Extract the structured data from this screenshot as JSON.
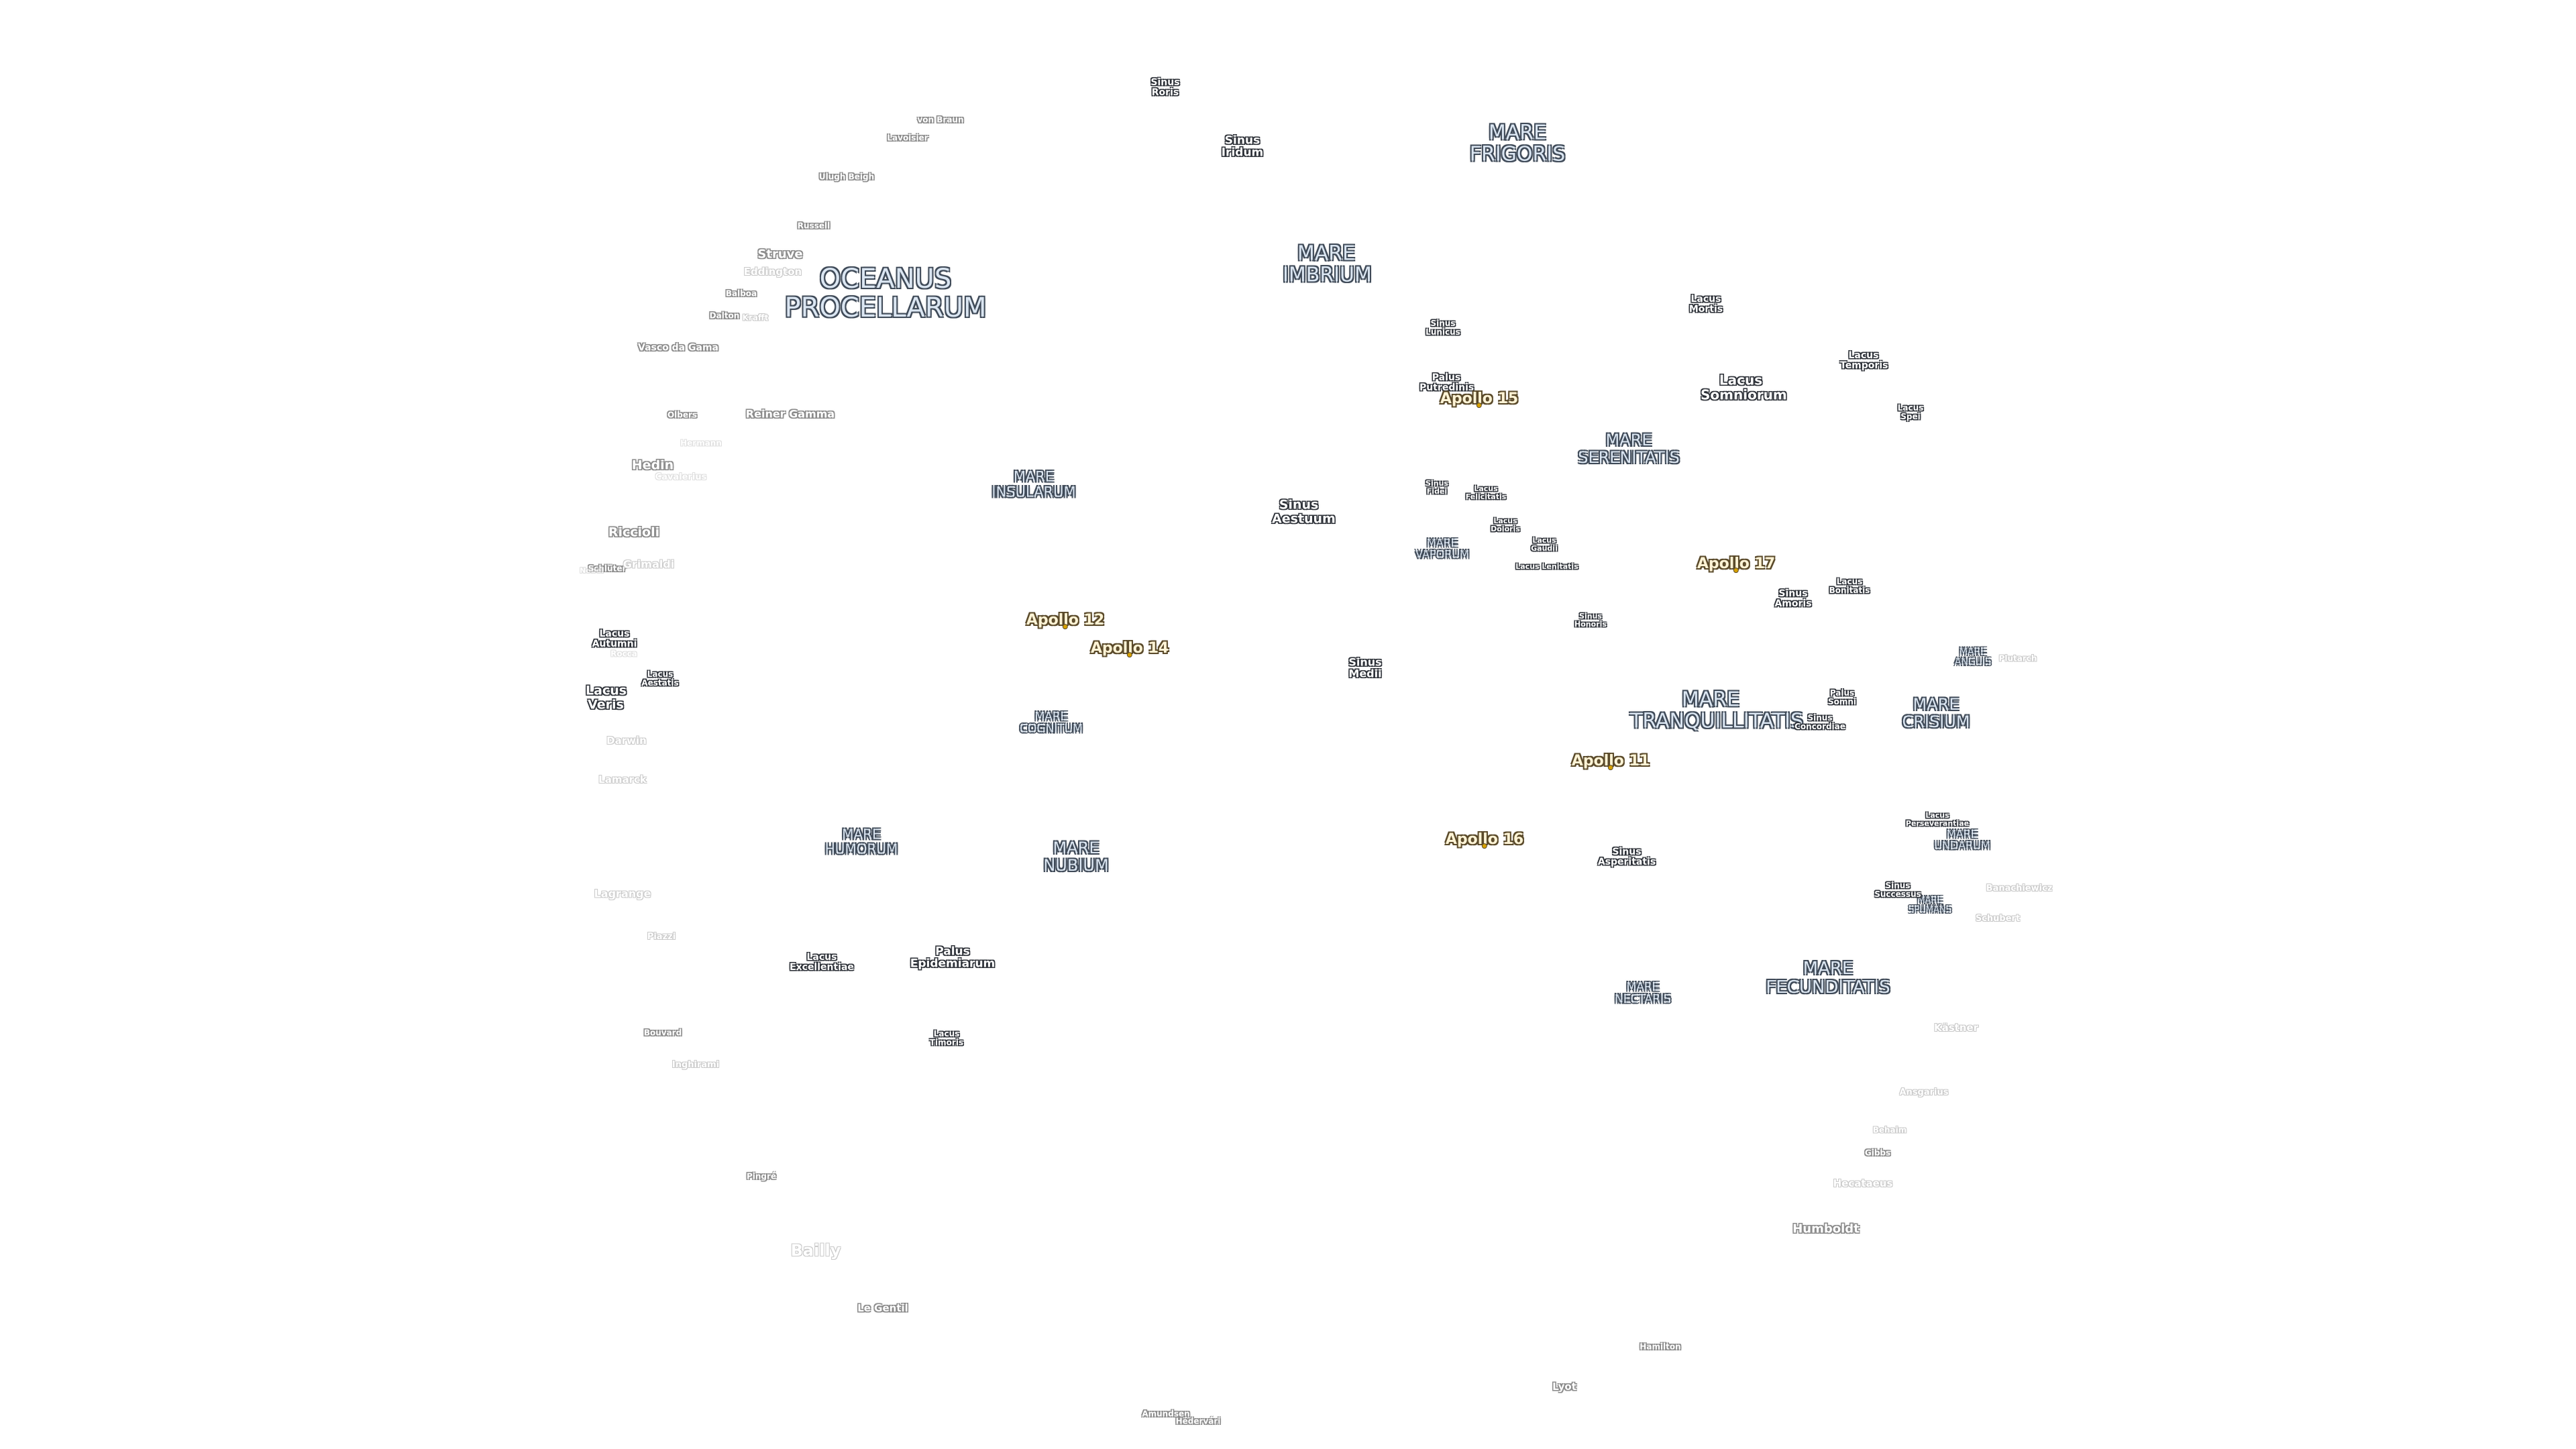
{
  "map": {
    "oceans": [
      {
        "name": "OCEANUS PROCELLARUM"
      }
    ],
    "maria": [
      {
        "name": "MARE FRIGORIS"
      },
      {
        "name": "MARE IMBRIUM"
      },
      {
        "name": "MARE SERENITATIS"
      },
      {
        "name": "MARE INSULARUM"
      },
      {
        "name": "MARE VAPORUM"
      },
      {
        "name": "MARE TRANQUILLITATIS"
      },
      {
        "name": "MARE CRISIUM"
      },
      {
        "name": "MARE ANGUIS"
      },
      {
        "name": "MARE COGNITUM"
      },
      {
        "name": "MARE HUMORUM"
      },
      {
        "name": "MARE NUBIUM"
      },
      {
        "name": "MARE UNDARUM"
      },
      {
        "name": "MARE SPUMANS"
      },
      {
        "name": "MARE NECTARIS"
      },
      {
        "name": "MARE FECUNDITATIS"
      }
    ],
    "features": [
      {
        "name": "Sinus Roris"
      },
      {
        "name": "Sinus Iridum"
      },
      {
        "name": "Sinus Lunicus"
      },
      {
        "name": "Palus Putredinis"
      },
      {
        "name": "Lacus Mortis"
      },
      {
        "name": "Lacus Somniorum"
      },
      {
        "name": "Lacus Temporis"
      },
      {
        "name": "Lacus Spei"
      },
      {
        "name": "Sinus Aestuum"
      },
      {
        "name": "Sinus Fidei"
      },
      {
        "name": "Lacus Felicitatis"
      },
      {
        "name": "Lacus Doloris"
      },
      {
        "name": "Lacus Gaudii"
      },
      {
        "name": "Lacus Lenitatis"
      },
      {
        "name": "Sinus Honoris"
      },
      {
        "name": "Sinus Amoris"
      },
      {
        "name": "Lacus Bonitatis"
      },
      {
        "name": "Sinus Medii"
      },
      {
        "name": "Palus Somni"
      },
      {
        "name": "Sinus Concordiae"
      },
      {
        "name": "Lacus Perseverantiae"
      },
      {
        "name": "Sinus Asperitatis"
      },
      {
        "name": "Sinus Successus"
      },
      {
        "name": "Lacus Autumni"
      },
      {
        "name": "Lacus Aestatis"
      },
      {
        "name": "Lacus Veris"
      },
      {
        "name": "Lacus Excellentiae"
      },
      {
        "name": "Palus Epidemiarum"
      },
      {
        "name": "Lacus Timoris"
      }
    ],
    "apollo_sites": [
      {
        "name": "Apollo 15"
      },
      {
        "name": "Apollo 17"
      },
      {
        "name": "Apollo 12"
      },
      {
        "name": "Apollo 14"
      },
      {
        "name": "Apollo 11"
      },
      {
        "name": "Apollo 16"
      }
    ],
    "craters": [
      {
        "name": "von Braun"
      },
      {
        "name": "Lavoisier"
      },
      {
        "name": "Ulugh Beigh"
      },
      {
        "name": "Russell"
      },
      {
        "name": "Struve"
      },
      {
        "name": "Eddington"
      },
      {
        "name": "Balboa"
      },
      {
        "name": "Dalton"
      },
      {
        "name": "Krafft"
      },
      {
        "name": "Vasco da Gama"
      },
      {
        "name": "Olbers"
      },
      {
        "name": "Reiner Gamma"
      },
      {
        "name": "Hedin"
      },
      {
        "name": "Riccioli"
      },
      {
        "name": "Schlüter"
      },
      {
        "name": "Grimaldi"
      },
      {
        "name": "Darwin"
      },
      {
        "name": "Lamarck"
      },
      {
        "name": "Lagrange"
      },
      {
        "name": "Piazzi"
      },
      {
        "name": "Bouvard"
      },
      {
        "name": "Inghirami"
      },
      {
        "name": "Pingré"
      },
      {
        "name": "Bailly"
      },
      {
        "name": "Le Gentil"
      },
      {
        "name": "Amundsen"
      },
      {
        "name": "Hédervári"
      },
      {
        "name": "Lyot"
      },
      {
        "name": "Hamilton"
      },
      {
        "name": "Humboldt"
      },
      {
        "name": "Hecataeus"
      },
      {
        "name": "Gibbs"
      },
      {
        "name": "Behaim"
      },
      {
        "name": "Ansgarius"
      },
      {
        "name": "Kästner"
      },
      {
        "name": "Schubert"
      },
      {
        "name": "Banachiewicz"
      },
      {
        "name": "Plutarch"
      }
    ],
    "faint_labels": [
      {
        "name": "Hermann"
      },
      {
        "name": "Cavalerius"
      },
      {
        "name": "Rocca"
      },
      {
        "name": "Nobel"
      }
    ]
  }
}
